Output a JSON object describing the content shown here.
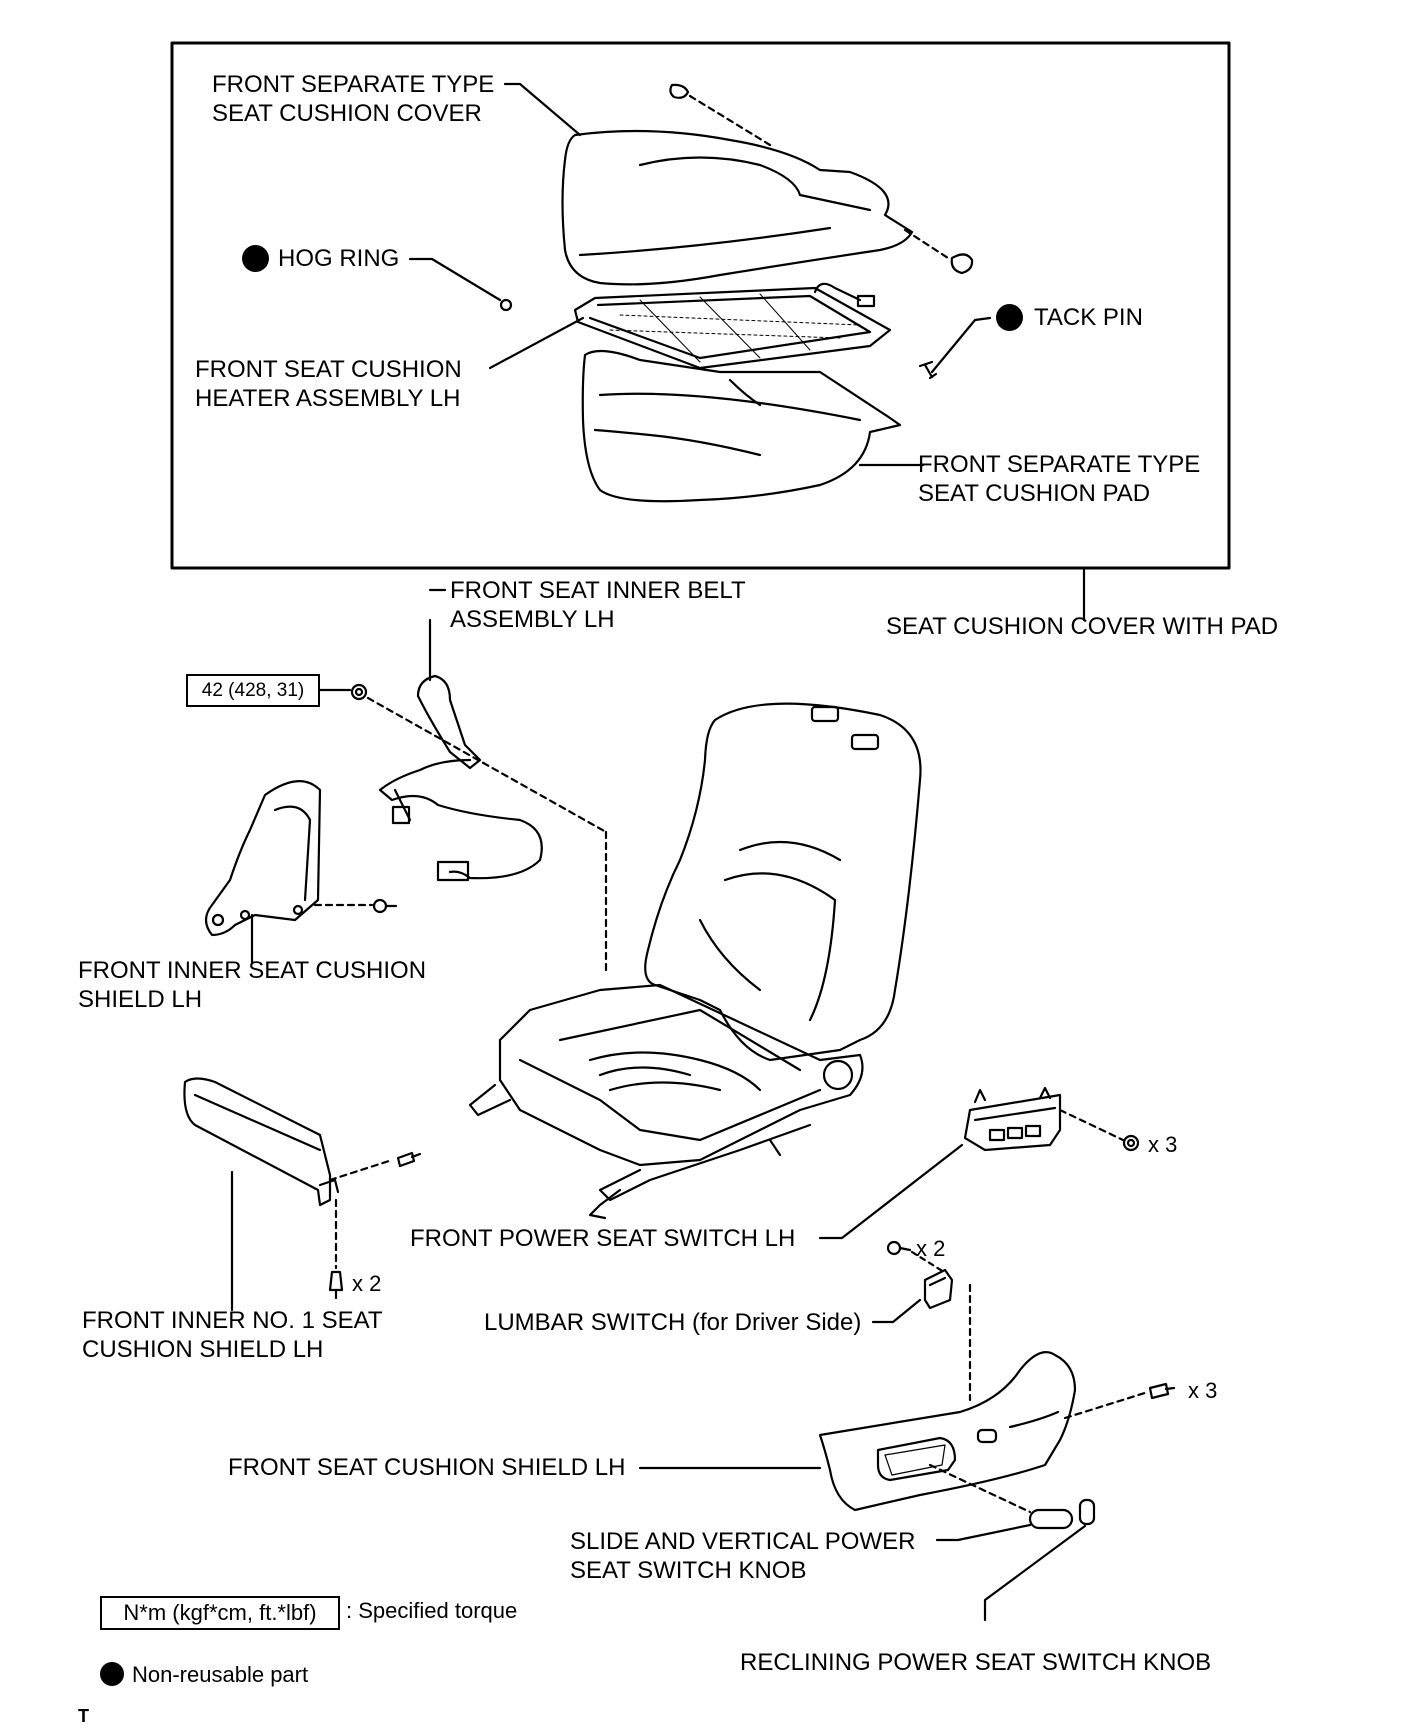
{
  "labels": {
    "front_separate_type_seat_cushion_cover": [
      "FRONT SEPARATE TYPE",
      "SEAT CUSHION COVER"
    ],
    "hog_ring": "HOG RING",
    "tack_pin": "TACK PIN",
    "front_seat_cushion_heater_assembly": [
      "FRONT SEAT CUSHION",
      "HEATER ASSEMBLY LH"
    ],
    "front_separate_type_seat_cushion_pad": [
      "FRONT SEPARATE TYPE",
      "SEAT CUSHION PAD"
    ],
    "seat_cushion_cover_with_pad": "SEAT CUSHION COVER WITH PAD",
    "front_seat_inner_belt_assembly": [
      "FRONT SEAT INNER BELT",
      "ASSEMBLY LH"
    ],
    "front_inner_seat_cushion_shield": [
      "FRONT INNER SEAT CUSHION",
      "SHIELD LH"
    ],
    "front_power_seat_switch": "FRONT POWER SEAT SWITCH LH",
    "front_inner_no1_seat_cushion_shield": [
      "FRONT INNER NO. 1 SEAT",
      "CUSHION SHIELD LH"
    ],
    "lumbar_switch": "LUMBAR SWITCH (for Driver Side)",
    "front_seat_cushion_shield": "FRONT SEAT CUSHION SHIELD LH",
    "slide_vertical_knob": [
      "SLIDE AND VERTICAL POWER",
      "SEAT SWITCH KNOB"
    ],
    "reclining_knob": "RECLINING POWER SEAT SWITCH KNOB"
  },
  "torque_value": "42 (428, 31)",
  "quantities": {
    "power_switch_screws": "x 3",
    "lumbar_screws": "x 2",
    "inner_no1_screws": "x 2",
    "shield_screws": "x 3"
  },
  "legend": {
    "torque_box": "N*m (kgf*cm, ft.*lbf)",
    "torque_text": ": Specified torque",
    "non_reusable": "Non-reusable part"
  },
  "corner_mark": "T"
}
